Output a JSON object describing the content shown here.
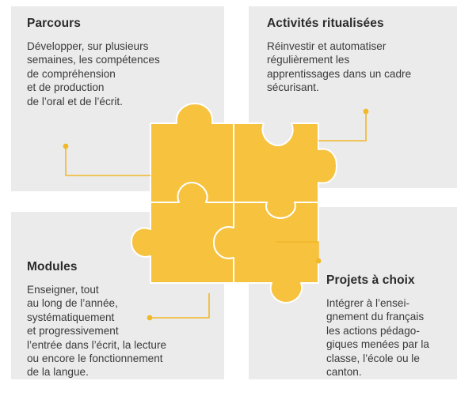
{
  "quadrants": {
    "parcours": {
      "title": "Parcours",
      "lines": [
        "Développer, sur plusieurs",
        "semaines, les compétences",
        "de compréhension",
        "et de production",
        "de l’oral et de l’écrit."
      ]
    },
    "activites": {
      "title": "Activités ritualisées",
      "lines": [
        "Réinvestir et automatiser",
        "régulièrement les",
        "apprentissages dans un cadre",
        "sécurisant."
      ]
    },
    "modules": {
      "title": "Modules",
      "lines": [
        "Enseigner, tout",
        "au long de l’année,",
        "systématiquement",
        "et progressivement",
        "l’entrée dans l’écrit, la lecture",
        "ou encore le fonctionnement",
        "de la langue."
      ]
    },
    "projets": {
      "title": "Projets à choix",
      "lines": [
        "Intégrer à l’ensei-",
        "gnement du français",
        "les actions pédago-",
        "giques menées par la",
        "classe, l’école ou le",
        "canton."
      ]
    }
  },
  "colors": {
    "panel": "#ebebeb",
    "puzzle": "#f7c23e",
    "puzzle_seam": "#ffffff",
    "connector": "#f1b828",
    "text": "#3a3a3a"
  }
}
